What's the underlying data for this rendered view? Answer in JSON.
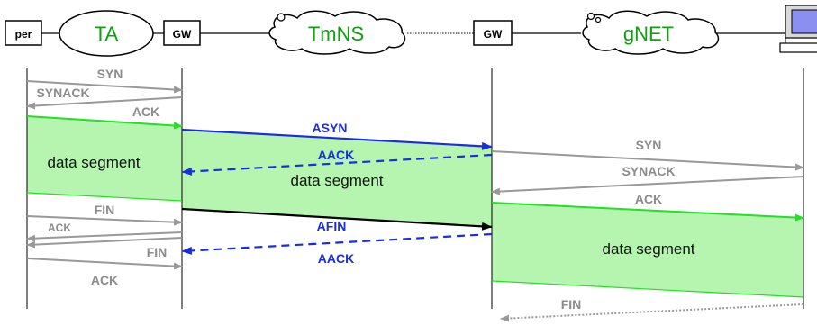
{
  "nodes": {
    "per": "per",
    "ta": "TA",
    "gw_left": "GW",
    "tmns": "TmNS",
    "gw_right": "GW",
    "gnet": "gNET"
  },
  "segments": {
    "left": "data segment",
    "middle": "data segment",
    "right": "data segment"
  },
  "messages": {
    "left_syn": "SYN",
    "left_synack": "SYNACK",
    "left_ack": "ACK",
    "left_fin1": "FIN",
    "left_ack2": "ACK",
    "left_fin2": "FIN",
    "left_ack3": "ACK",
    "mid_asyn": "ASYN",
    "mid_aack1": "AACK",
    "mid_afin": "AFIN",
    "mid_aack2": "AACK",
    "right_syn": "SYN",
    "right_synack": "SYNACK",
    "right_ack": "ACK",
    "right_fin": "FIN"
  },
  "colors": {
    "segment_fill": "#b6f5b0",
    "green_line": "#22e022",
    "gray_line": "#999999",
    "blue_line": "#1a2ee0",
    "cloud_text": "#11a011",
    "computer_screen": "#8a8ff0"
  }
}
